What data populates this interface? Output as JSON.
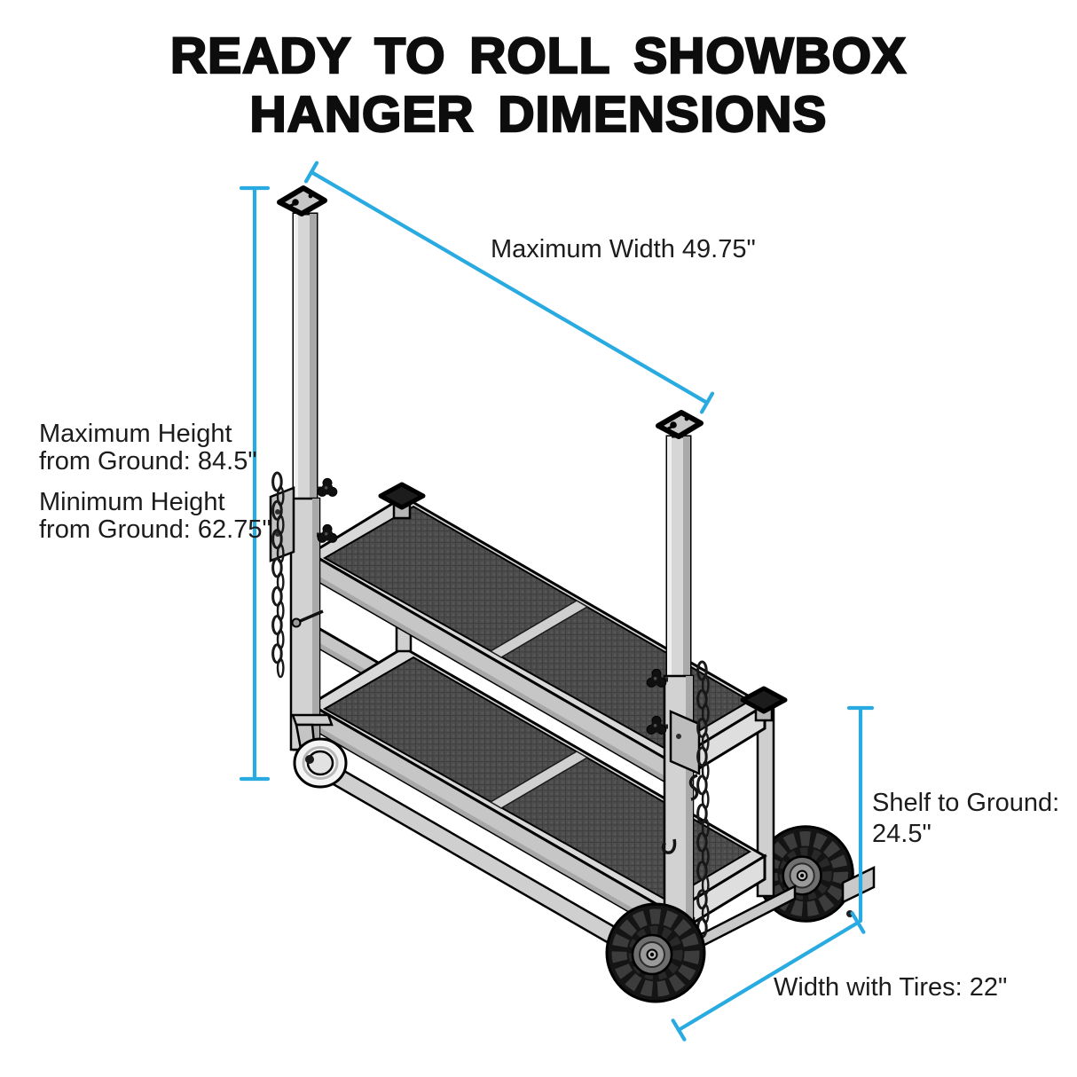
{
  "title": {
    "line1": "READY TO ROLL SHOWBOX",
    "line2": "HANGER DIMENSIONS"
  },
  "annotations": {
    "max_width": "Maximum Width 49.75\"",
    "max_height_line1": "Maximum Height",
    "max_height_line2": "from Ground: 84.5\"",
    "min_height_line1": "Minimum Height",
    "min_height_line2": "from Ground: 62.75\"",
    "shelf_to_ground_line1": "Shelf to Ground:",
    "shelf_to_ground_line2": "24.5\"",
    "width_with_tires": "Width with Tires: 22\""
  },
  "measurements": {
    "maximum_width_in": 49.75,
    "maximum_height_from_ground_in": 84.5,
    "minimum_height_from_ground_in": 62.75,
    "shelf_to_ground_in": 24.5,
    "width_with_tires_in": 22
  },
  "colors": {
    "dimension_line": "#29abe2",
    "text": "#1c1c1c",
    "outline": "#000000",
    "frame_light": "#d8d8d8",
    "deck_mesh": "#4e4e4e",
    "background": "#ffffff"
  }
}
